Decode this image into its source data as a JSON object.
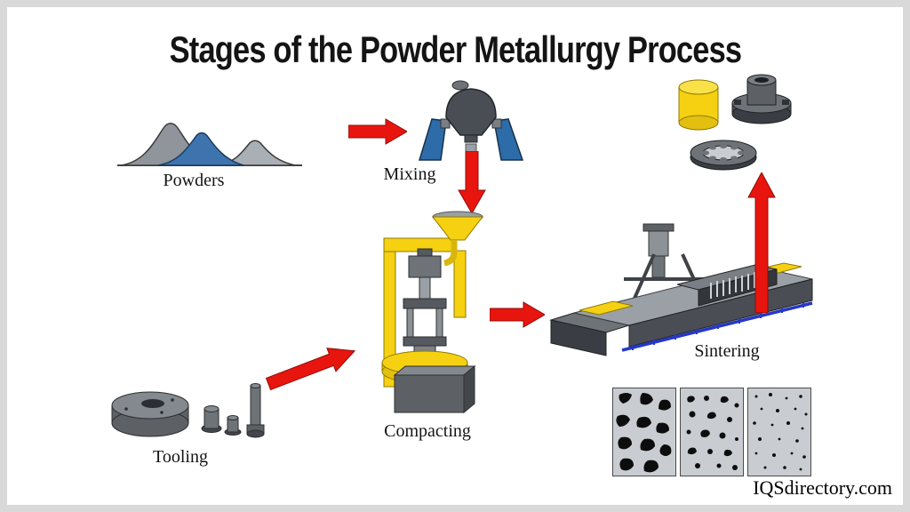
{
  "title": "Stages of the Powder Metallurgy Process",
  "watermark": "IQSdirectory.com",
  "stages": {
    "powders": {
      "label": "Powders"
    },
    "mixing": {
      "label": "Mixing"
    },
    "compacting": {
      "label": "Compacting"
    },
    "sintering": {
      "label": "Sintering"
    },
    "tooling": {
      "label": "Tooling"
    }
  },
  "figures": {
    "powder_piles": "powder-piles-illustration",
    "mixer": "double-cone-mixer-illustration",
    "press": "compacting-press-illustration",
    "furnace": "sintering-furnace-illustration",
    "finished_parts": "finished-parts-illustration",
    "tooling_set": "tooling-die-and-punches-illustration",
    "microstructures": "sintered-microstructure-panels"
  },
  "colors": {
    "accent_red": "#E8150F",
    "accent_red_dark": "#8E0E0A",
    "machine_yellow": "#F6D112",
    "machine_yellow_dark": "#8F7B00",
    "machine_blue": "#2D6CA8",
    "rail_blue": "#2438C8",
    "powder_blue": "#3D74AE",
    "gray_dark": "#4A4E54",
    "gray_mid": "#6E7378",
    "gray_light": "#9AA0A6",
    "panel_gray": "#C9CDD1",
    "frame_border": "#d9d9d9"
  }
}
